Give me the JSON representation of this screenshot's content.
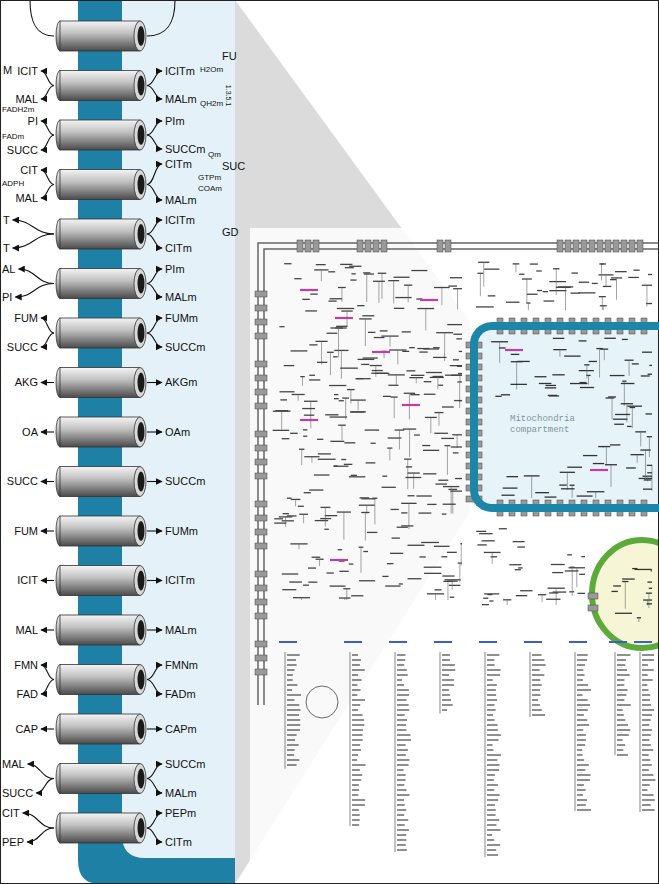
{
  "diagram": {
    "nodes": [
      {
        "text": [
          "Mitochondria compartment"
        ]
      }
    ],
    "labels": [
      "M",
      "ICIT",
      "MAL",
      "FADH2m",
      "ICITm",
      "H2Om",
      "FU",
      "MALm",
      "QH2m",
      "1.3.5.1",
      "PI",
      "FADm",
      "SUCC",
      "PIm",
      "SUCCm",
      "Qm",
      "SUC",
      "ADPH",
      "CIT",
      "MAL",
      "CITm",
      "GTPm",
      "COAm",
      "MALm",
      "GD",
      "T",
      "T",
      "ICITm",
      "CITm",
      "AL",
      "PI",
      "PIm",
      "MALm",
      "FUM",
      "SUCC",
      "FUMm",
      "SUCCm",
      "AKG",
      "AKGm",
      "OA",
      "OAm",
      "SUCC",
      "SUCCm",
      "FUM",
      "FUMm",
      "ICIT",
      "ICITm",
      "MAL",
      "MALm",
      "FMN",
      "FAD",
      "FMNm",
      "FADm",
      "CAP",
      "CAPm",
      "MAL",
      "SUCC",
      "SUCCm",
      "MALm",
      "CIT",
      "PEP",
      "PEPm",
      "CITm"
    ]
  }
}
